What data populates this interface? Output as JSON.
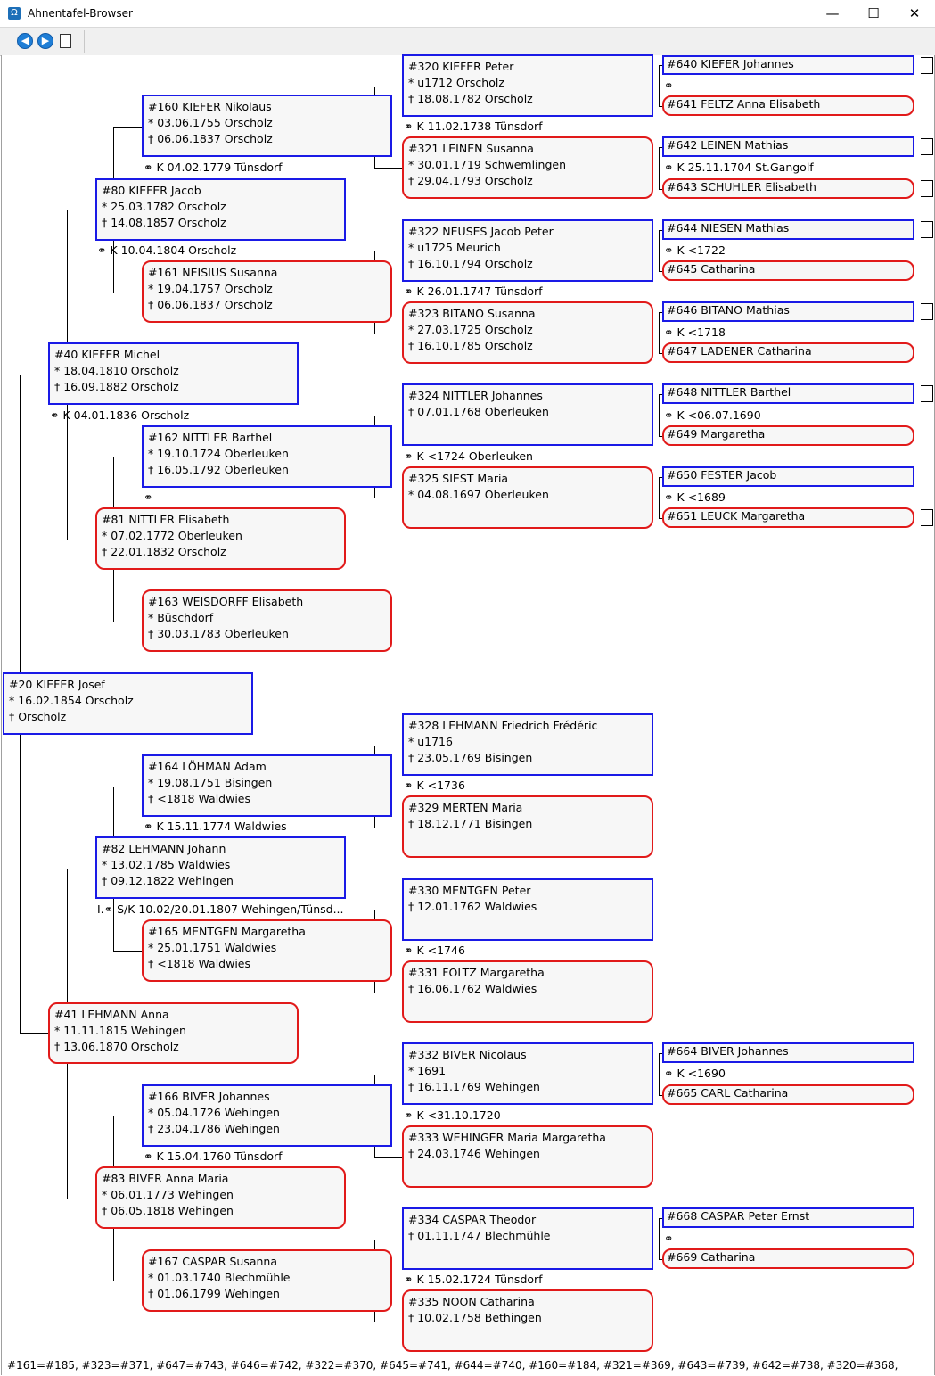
{
  "window": {
    "title": "Ahnentafel-Browser",
    "minimize": "—",
    "maximize": "☐",
    "close": "✕"
  },
  "persons": {
    "p20": [
      "#20 KIEFER Josef",
      "* 16.02.1854 Orscholz",
      "† Orscholz"
    ],
    "p40": [
      "#40 KIEFER Michel",
      "* 18.04.1810 Orscholz",
      "† 16.09.1882 Orscholz"
    ],
    "p41": [
      "#41 LEHMANN Anna",
      "* 11.11.1815 Wehingen",
      "† 13.06.1870 Orscholz"
    ],
    "p80": [
      "#80 KIEFER Jacob",
      "* 25.03.1782 Orscholz",
      "† 14.08.1857 Orscholz"
    ],
    "p81": [
      "#81 NITTLER Elisabeth",
      "* 07.02.1772 Oberleuken",
      "† 22.01.1832 Orscholz"
    ],
    "p82": [
      "#82 LEHMANN Johann",
      "* 13.02.1785 Waldwies",
      "† 09.12.1822 Wehingen"
    ],
    "p83": [
      "#83 BIVER Anna Maria",
      "* 06.01.1773 Wehingen",
      "† 06.05.1818 Wehingen"
    ],
    "p160": [
      "#160 KIEFER Nikolaus",
      "* 03.06.1755 Orscholz",
      "† 06.06.1837 Orscholz"
    ],
    "p161": [
      "#161 NEISIUS Susanna",
      "* 19.04.1757 Orscholz",
      "† 06.06.1837 Orscholz"
    ],
    "p162": [
      "#162 NITTLER Barthel",
      "* 19.10.1724 Oberleuken",
      "† 16.05.1792 Oberleuken"
    ],
    "p163": [
      "#163 WEISDORFF Elisabeth",
      "* Büschdorf",
      "† 30.03.1783 Oberleuken"
    ],
    "p164": [
      "#164 LÖHMAN Adam",
      "* 19.08.1751 Bisingen",
      "† <1818 Waldwies"
    ],
    "p165": [
      "#165 MENTGEN Margaretha",
      "* 25.01.1751 Waldwies",
      "† <1818 Waldwies"
    ],
    "p166": [
      "#166 BIVER Johannes",
      "* 05.04.1726 Wehingen",
      "† 23.04.1786 Wehingen"
    ],
    "p167": [
      "#167 CASPAR Susanna",
      "* 01.03.1740 Blechmühle",
      "† 01.06.1799 Wehingen"
    ],
    "p320": [
      "#320 KIEFER Peter",
      "* u1712 Orscholz",
      "† 18.08.1782 Orscholz"
    ],
    "p321": [
      "#321 LEINEN Susanna",
      "* 30.01.1719 Schwemlingen",
      "† 29.04.1793 Orscholz"
    ],
    "p322": [
      "#322 NEUSES Jacob Peter",
      "* u1725 Meurich",
      "† 16.10.1794 Orscholz"
    ],
    "p323": [
      "#323 BITANO Susanna",
      "* 27.03.1725 Orscholz",
      "† 16.10.1785 Orscholz"
    ],
    "p324": [
      "#324 NITTLER Johannes",
      "† 07.01.1768 Oberleuken"
    ],
    "p325": [
      "#325 SIEST Maria",
      "* 04.08.1697 Oberleuken"
    ],
    "p328": [
      "#328 LEHMANN Friedrich Frédéric",
      "* u1716",
      "† 23.05.1769 Bisingen"
    ],
    "p329": [
      "#329 MERTEN Maria",
      "† 18.12.1771 Bisingen"
    ],
    "p330": [
      "#330 MENTGEN Peter",
      "† 12.01.1762 Waldwies"
    ],
    "p331": [
      "#331 FOLTZ Margaretha",
      "† 16.06.1762 Waldwies"
    ],
    "p332": [
      "#332 BIVER Nicolaus",
      "* 1691",
      "† 16.11.1769 Wehingen"
    ],
    "p333": [
      "#333 WEHINGER Maria Margaretha",
      "† 24.03.1746 Wehingen"
    ],
    "p334": [
      "#334 CASPAR Theodor",
      "† 01.11.1747 Blechmühle"
    ],
    "p335": [
      "#335 NOON Catharina",
      "† 10.02.1758 Bethingen"
    ],
    "p640": [
      "#640 KIEFER Johannes"
    ],
    "p641": [
      "#641 FELTZ Anna Elisabeth"
    ],
    "p642": [
      "#642 LEINEN Mathias"
    ],
    "p643": [
      "#643 SCHUHLER Elisabeth"
    ],
    "p644": [
      "#644 NIESEN Mathias"
    ],
    "p645": [
      "#645 Catharina"
    ],
    "p646": [
      "#646 BITANO Mathias"
    ],
    "p647": [
      "#647 LADENER Catharina"
    ],
    "p648": [
      "#648 NITTLER Barthel"
    ],
    "p649": [
      "#649 Margaretha"
    ],
    "p650": [
      "#650 FESTER Jacob"
    ],
    "p651": [
      "#651 LEUCK Margaretha"
    ],
    "p664": [
      "#664 BIVER Johannes"
    ],
    "p665": [
      "#665 CARL Catharina"
    ],
    "p668": [
      "#668 CASPAR Peter Ernst"
    ],
    "p669": [
      "#669 Catharina"
    ]
  },
  "marriages": {
    "m20": "⚭ K 04.01.1836 Orscholz",
    "m40": "⚭ K 10.04.1804 Orscholz",
    "m80": "⚭ K 04.02.1779 Tünsdorf",
    "m81": "⚭",
    "m82": "I.⚭ S/K 10.02/20.01.1807 Wehingen/Tünsd...",
    "m83": "⚭ K 15.11.1774 Waldwies",
    "m83b": "⚭ K 15.04.1760 Tünsdorf",
    "m160": "⚭ K 11.02.1738 Tünsdorf",
    "m161": "⚭ K 26.01.1747 Tünsdorf",
    "m162": "⚭ K <1724 Oberleuken",
    "m164": "⚭ K <1736",
    "m165": "⚭ K <1746",
    "m166": "⚭ K <31.10.1720",
    "m167": "⚭ K 15.02.1724 Tünsdorf",
    "m320": "⚭",
    "m321": "⚭ K 25.11.1704 St.Gangolf",
    "m322": "⚭ K <1722",
    "m323": "⚭ K <1718",
    "m324": "⚭ K <06.07.1690",
    "m325": "⚭ K <1689",
    "m332": "⚭ K <1690",
    "m334": "⚭"
  },
  "footer": "#161=#185, #323=#371, #647=#743, #646=#742, #322=#370, #645=#741, #644=#740, #160=#184, #321=#369, #643=#739, #642=#738, #320=#368,"
}
